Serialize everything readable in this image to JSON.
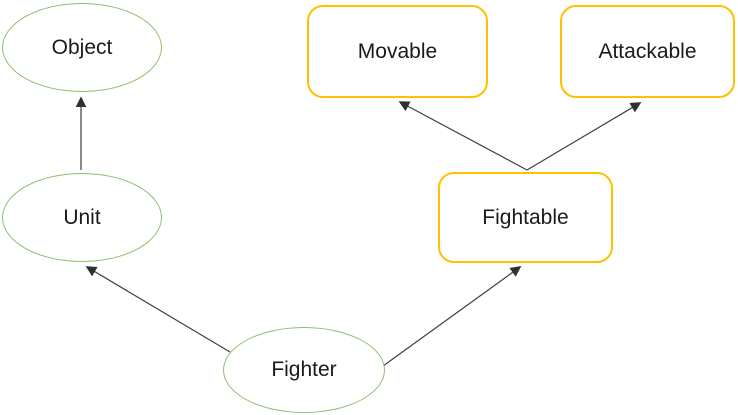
{
  "diagram": {
    "title": "class-inheritance-diagram",
    "colors": {
      "background": "#ffffff",
      "green": "#8fbe6e",
      "yellow": "#ffc000",
      "line": "#3f3f3f",
      "text": "#1a1a1a"
    },
    "nodes": [
      {
        "id": "object",
        "label": "Object",
        "shape": "ellipse",
        "border_color": "#8fbe6e"
      },
      {
        "id": "unit",
        "label": "Unit",
        "shape": "ellipse",
        "border_color": "#8fbe6e"
      },
      {
        "id": "fighter",
        "label": "Fighter",
        "shape": "ellipse",
        "border_color": "#8fbe6e"
      },
      {
        "id": "movable",
        "label": "Movable",
        "shape": "rounded-rect",
        "border_color": "#ffc000"
      },
      {
        "id": "attackable",
        "label": "Attackable",
        "shape": "rounded-rect",
        "border_color": "#ffc000"
      },
      {
        "id": "fightable",
        "label": "Fightable",
        "shape": "rounded-rect",
        "border_color": "#ffc000"
      }
    ],
    "edges": [
      {
        "from": "unit",
        "to": "object",
        "style": "arrow"
      },
      {
        "from": "fighter",
        "to": "unit",
        "style": "arrow"
      },
      {
        "from": "fighter",
        "to": "fightable",
        "style": "arrow"
      },
      {
        "from": "fightable",
        "to": "movable",
        "style": "arrow"
      },
      {
        "from": "fightable",
        "to": "attackable",
        "style": "arrow"
      }
    ]
  }
}
